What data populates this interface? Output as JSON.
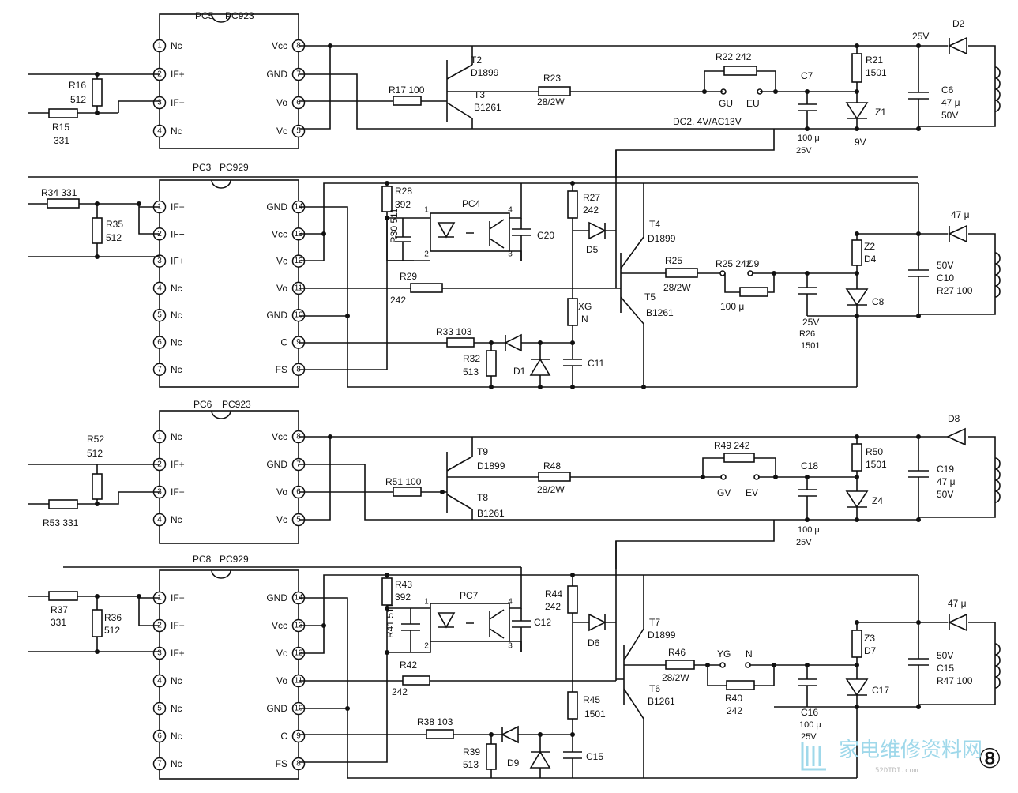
{
  "ic": {
    "pc5": {
      "ref": "PC5",
      "part": "PC923",
      "left": [
        [
          "1",
          "Nc"
        ],
        [
          "2",
          "IF+"
        ],
        [
          "3",
          "IF−"
        ],
        [
          "4",
          "Nc"
        ]
      ],
      "right": [
        [
          "8",
          "Vcc"
        ],
        [
          "7",
          "GND"
        ],
        [
          "6",
          "Vo"
        ],
        [
          "5",
          "Vc"
        ]
      ]
    },
    "pc3": {
      "ref": "PC3",
      "part": "PC929",
      "left": [
        [
          "1",
          "IF−"
        ],
        [
          "2",
          "IF−"
        ],
        [
          "3",
          "IF+"
        ],
        [
          "4",
          "Nc"
        ],
        [
          "5",
          "Nc"
        ],
        [
          "6",
          "Nc"
        ],
        [
          "7",
          "Nc"
        ]
      ],
      "right": [
        [
          "14",
          "GND"
        ],
        [
          "13",
          "Vcc"
        ],
        [
          "12",
          "Vc"
        ],
        [
          "11",
          "Vo"
        ],
        [
          "10",
          "GND"
        ],
        [
          "9",
          "C"
        ],
        [
          "8",
          "FS"
        ]
      ]
    },
    "pc6": {
      "ref": "PC6",
      "part": "PC923",
      "left": [
        [
          "1",
          "Nc"
        ],
        [
          "2",
          "IF+"
        ],
        [
          "3",
          "IF−"
        ],
        [
          "4",
          "Nc"
        ]
      ],
      "right": [
        [
          "8",
          "Vcc"
        ],
        [
          "7",
          "GND"
        ],
        [
          "6",
          "Vo"
        ],
        [
          "5",
          "Vc"
        ]
      ]
    },
    "pc8": {
      "ref": "PC8",
      "part": "PC929",
      "left": [
        [
          "1",
          "IF−"
        ],
        [
          "2",
          "IF−"
        ],
        [
          "3",
          "IF+"
        ],
        [
          "4",
          "Nc"
        ],
        [
          "5",
          "Nc"
        ],
        [
          "6",
          "Nc"
        ],
        [
          "7",
          "Nc"
        ]
      ],
      "right": [
        [
          "14",
          "GND"
        ],
        [
          "13",
          "Vcc"
        ],
        [
          "12",
          "Vc"
        ],
        [
          "11",
          "Vo"
        ],
        [
          "10",
          "GND"
        ],
        [
          "9",
          "C"
        ],
        [
          "8",
          "FS"
        ]
      ]
    }
  },
  "labels": [
    {
      "id": "r16",
      "text": "R16"
    },
    {
      "id": "r16v",
      "text": "512"
    },
    {
      "id": "r15",
      "text": "R15"
    },
    {
      "id": "r15v",
      "text": "331"
    },
    {
      "id": "r17",
      "text": "R17 100"
    },
    {
      "id": "t2",
      "text": "T2"
    },
    {
      "id": "t2p",
      "text": "D1899"
    },
    {
      "id": "t3",
      "text": "T3"
    },
    {
      "id": "t3p",
      "text": "B1261"
    },
    {
      "id": "r23",
      "text": "R23"
    },
    {
      "id": "r23v",
      "text": "28/2W"
    },
    {
      "id": "r22",
      "text": "R22 242"
    },
    {
      "id": "gu",
      "text": "GU"
    },
    {
      "id": "eu",
      "text": "EU"
    },
    {
      "id": "c7",
      "text": "C7"
    },
    {
      "id": "c7v",
      "text": "100 μ"
    },
    {
      "id": "c7v2",
      "text": "25V"
    },
    {
      "id": "r21",
      "text": "R21"
    },
    {
      "id": "r21v",
      "text": "1501"
    },
    {
      "id": "z1",
      "text": "Z1"
    },
    {
      "id": "z1v",
      "text": "9V"
    },
    {
      "id": "v25",
      "text": "25V"
    },
    {
      "id": "d2",
      "text": "D2"
    },
    {
      "id": "c6",
      "text": "C6"
    },
    {
      "id": "c6v",
      "text": "47 μ"
    },
    {
      "id": "c6v2",
      "text": "50V"
    },
    {
      "id": "dc",
      "text": "DC2. 4V/AC13V"
    },
    {
      "id": "r34",
      "text": "R34  331"
    },
    {
      "id": "r35",
      "text": "R35"
    },
    {
      "id": "r35v",
      "text": "512"
    },
    {
      "id": "r28",
      "text": "R28"
    },
    {
      "id": "r28v",
      "text": "392"
    },
    {
      "id": "r30",
      "text": "R30  511"
    },
    {
      "id": "pc4",
      "text": "PC4"
    },
    {
      "id": "c20",
      "text": "C20"
    },
    {
      "id": "r27a",
      "text": "R27"
    },
    {
      "id": "r27av",
      "text": "242"
    },
    {
      "id": "d5",
      "text": "D5"
    },
    {
      "id": "t4",
      "text": "T4"
    },
    {
      "id": "t4p",
      "text": "D1899"
    },
    {
      "id": "t5",
      "text": "T5"
    },
    {
      "id": "t5p",
      "text": "B1261"
    },
    {
      "id": "r25",
      "text": "R25"
    },
    {
      "id": "r25v",
      "text": "28/2W"
    },
    {
      "id": "xg",
      "text": "XG"
    },
    {
      "id": "n1",
      "text": "N"
    },
    {
      "id": "r25b",
      "text": "R25  242"
    },
    {
      "id": "c9",
      "text": "C9"
    },
    {
      "id": "c9v",
      "text": "100 μ"
    },
    {
      "id": "c9v2",
      "text": "25V"
    },
    {
      "id": "r26",
      "text": "R26"
    },
    {
      "id": "r26v",
      "text": "1501"
    },
    {
      "id": "z2",
      "text": "Z2"
    },
    {
      "id": "d4",
      "text": "D4"
    },
    {
      "id": "c8",
      "text": "C8"
    },
    {
      "id": "c8v",
      "text": "47 μ"
    },
    {
      "id": "c8v2",
      "text": "50V"
    },
    {
      "id": "c10",
      "text": "C10"
    },
    {
      "id": "r27b",
      "text": "R27  100"
    },
    {
      "id": "r29",
      "text": "R29"
    },
    {
      "id": "r29v",
      "text": "242"
    },
    {
      "id": "r33",
      "text": "R33  103"
    },
    {
      "id": "r32",
      "text": "R32"
    },
    {
      "id": "r32v",
      "text": "513"
    },
    {
      "id": "d1",
      "text": "D1"
    },
    {
      "id": "c11",
      "text": "C11"
    },
    {
      "id": "r52",
      "text": "R52"
    },
    {
      "id": "r52v",
      "text": "512"
    },
    {
      "id": "r53",
      "text": "R53  331"
    },
    {
      "id": "r51",
      "text": "R51  100"
    },
    {
      "id": "t9",
      "text": "T9"
    },
    {
      "id": "t9p",
      "text": "D1899"
    },
    {
      "id": "t8",
      "text": "T8"
    },
    {
      "id": "t8p",
      "text": "B1261"
    },
    {
      "id": "r48",
      "text": "R48"
    },
    {
      "id": "r48v",
      "text": "28/2W"
    },
    {
      "id": "r49",
      "text": "R49  242"
    },
    {
      "id": "gv",
      "text": "GV"
    },
    {
      "id": "ev",
      "text": "EV"
    },
    {
      "id": "c18",
      "text": "C18"
    },
    {
      "id": "c18v",
      "text": "100 μ"
    },
    {
      "id": "c18v2",
      "text": "25V"
    },
    {
      "id": "r50",
      "text": "R50"
    },
    {
      "id": "r50v",
      "text": "1501"
    },
    {
      "id": "z4",
      "text": "Z4"
    },
    {
      "id": "d8",
      "text": "D8"
    },
    {
      "id": "c19",
      "text": "C19"
    },
    {
      "id": "c19v",
      "text": "47 μ"
    },
    {
      "id": "c19v2",
      "text": "50V"
    },
    {
      "id": "r37",
      "text": "R37"
    },
    {
      "id": "r37v",
      "text": "331"
    },
    {
      "id": "r36",
      "text": "R36"
    },
    {
      "id": "r36v",
      "text": "512"
    },
    {
      "id": "r43",
      "text": "R43"
    },
    {
      "id": "r43v",
      "text": "392"
    },
    {
      "id": "r41",
      "text": "R41  511"
    },
    {
      "id": "pc7",
      "text": "PC7"
    },
    {
      "id": "c12",
      "text": "C12"
    },
    {
      "id": "r44",
      "text": "R44"
    },
    {
      "id": "r44v",
      "text": "242"
    },
    {
      "id": "d6",
      "text": "D6"
    },
    {
      "id": "t7",
      "text": "T7"
    },
    {
      "id": "t7p",
      "text": "D1899"
    },
    {
      "id": "t6",
      "text": "T6"
    },
    {
      "id": "t6p",
      "text": "B1261"
    },
    {
      "id": "r46",
      "text": "R46"
    },
    {
      "id": "r46v",
      "text": "28/2W"
    },
    {
      "id": "yg",
      "text": "YG"
    },
    {
      "id": "n2",
      "text": "N"
    },
    {
      "id": "r40",
      "text": "R40"
    },
    {
      "id": "r40v",
      "text": "242"
    },
    {
      "id": "c16",
      "text": "C16"
    },
    {
      "id": "c16v",
      "text": "100 μ"
    },
    {
      "id": "c16v2",
      "text": "25V"
    },
    {
      "id": "r45",
      "text": "R45"
    },
    {
      "id": "r45v",
      "text": "1501"
    },
    {
      "id": "z3",
      "text": "Z3"
    },
    {
      "id": "d7",
      "text": "D7"
    },
    {
      "id": "c17",
      "text": "C17"
    },
    {
      "id": "c17v",
      "text": "47 μ"
    },
    {
      "id": "c17v2",
      "text": "50V"
    },
    {
      "id": "c15a",
      "text": "C15"
    },
    {
      "id": "r47",
      "text": "R47  100"
    },
    {
      "id": "r42",
      "text": "R42"
    },
    {
      "id": "r42v",
      "text": "242"
    },
    {
      "id": "r38",
      "text": "R38  103"
    },
    {
      "id": "r39",
      "text": "R39"
    },
    {
      "id": "r39v",
      "text": "513"
    },
    {
      "id": "d9",
      "text": "D9"
    },
    {
      "id": "c15b",
      "text": "C15"
    }
  ],
  "figure_number": "⑧",
  "watermark": {
    "text": "家电维修资料网",
    "url": "52DIDI.com"
  }
}
